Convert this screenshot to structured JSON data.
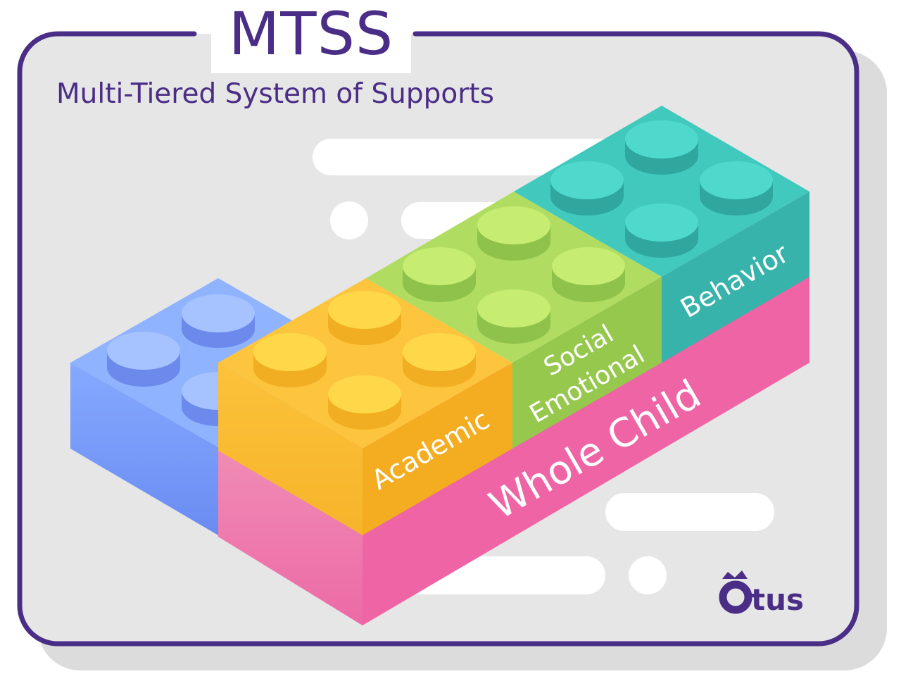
{
  "header": {
    "title": "MTSS",
    "subtitle": "Multi-Tiered System of Supports"
  },
  "blocks": [
    {
      "id": "academic",
      "label": "Academic",
      "color": "#f9b62c"
    },
    {
      "id": "social-emotional",
      "label_line1": "Social",
      "label_line2": "Emotional",
      "color": "#a6d65a"
    },
    {
      "id": "behavior",
      "label": "Behavior",
      "color": "#3bbcb2"
    },
    {
      "id": "whole-child",
      "label": "Whole Child",
      "color": "#ee64a5"
    }
  ],
  "logo": {
    "text": "tus"
  },
  "colors": {
    "frame": "#4a2d86",
    "card": "#e6e6e6",
    "shadow": "#dcdcdc",
    "blue_brick": "#7ea6ff",
    "placeholder_bar": "#ffffff"
  }
}
